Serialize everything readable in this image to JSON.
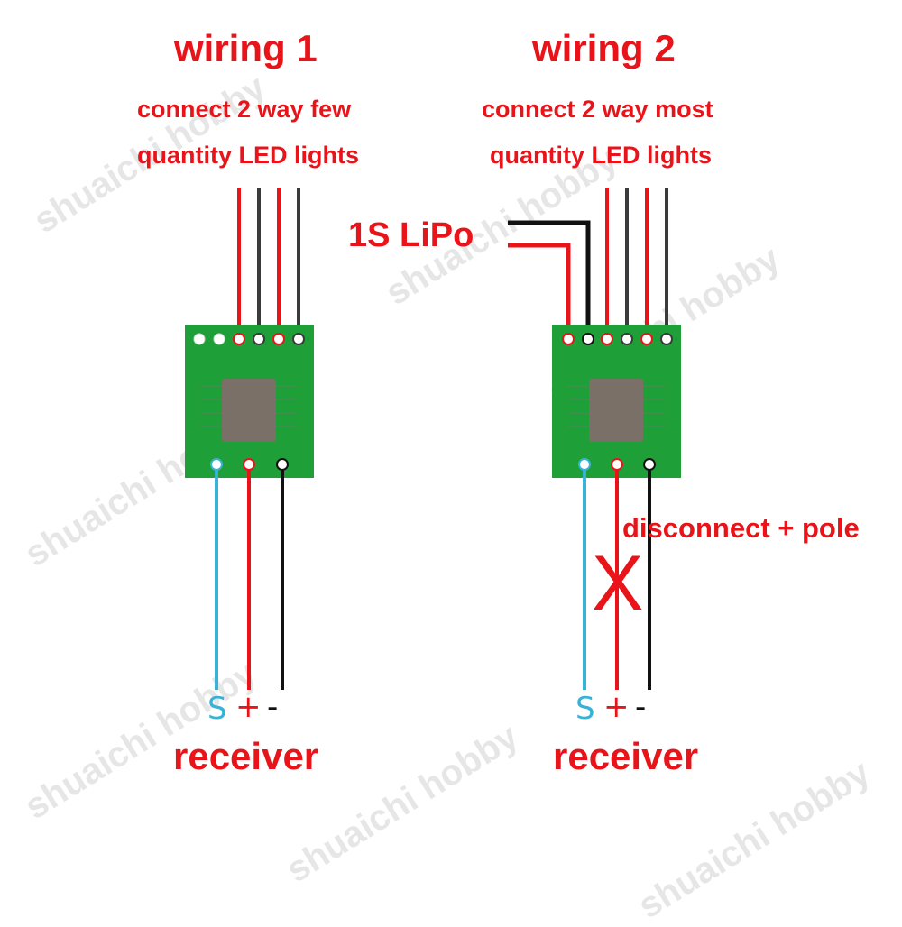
{
  "colors": {
    "red": "#e8141a",
    "board": "#1e9f37",
    "chip": "#7b7067",
    "signal": "#38b3d8",
    "wire_dark": "#3b3b3b",
    "black": "#111111"
  },
  "wiring1": {
    "title": "wiring 1",
    "line1": "connect 2 way few",
    "line2": "quantity LED lights",
    "pin_s": "S",
    "pin_plus": "+",
    "pin_minus": "-",
    "receiver": "receiver"
  },
  "wiring2": {
    "title": "wiring 2",
    "line1": "connect 2 way most",
    "line2": "quantity LED lights",
    "battery": "1S LiPo",
    "disconnect": "disconnect + pole",
    "cross_mark": "X",
    "pin_s": "S",
    "pin_plus": "+",
    "pin_minus": "-",
    "receiver": "receiver"
  },
  "watermark": "shuaichi hobby"
}
